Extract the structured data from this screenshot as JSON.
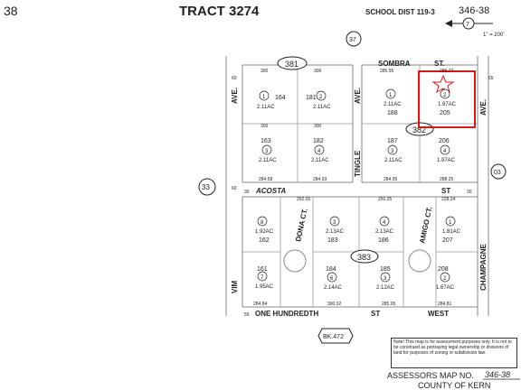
{
  "header": {
    "page_left": "38",
    "tract": "TRACT 3274",
    "school_dist": "SCHOOL DIST 119-3",
    "map_number": "346-38",
    "scale_note": "1\" = 200'",
    "scale_circle": "7"
  },
  "circles": {
    "top": "37",
    "left": "33",
    "right": "03",
    "bk": "BK.472"
  },
  "streets": {
    "sombra": "SOMBRA",
    "sombra_st": "ST.",
    "acosta": "ACOSTA",
    "acosta_st": "ST",
    "hundredth": "ONE HUNDREDTH",
    "hundredth_st": "ST",
    "hundredth_west": "WEST",
    "ave_left": "AVE.",
    "ave_tingle": "AVE.",
    "ave_right": "AVE.",
    "tingle": "TINGLE",
    "vim": "VIM",
    "champagne": "CHAMPAGNE",
    "dona_ct": "DONA CT.",
    "amigo_ct": "AMIGO CT."
  },
  "blocks": {
    "b381": "381",
    "b382": "382",
    "b383": "383"
  },
  "parcels": {
    "p1": {
      "num": "1",
      "area": "2.11AC",
      "id": "164"
    },
    "p2": {
      "num": "2",
      "area": "2.11AC",
      "id": "181"
    },
    "p3": {
      "num": "1",
      "area": "2.11AC",
      "id": "188"
    },
    "p4": {
      "num": "2",
      "area": "1.97AC",
      "id": "205"
    },
    "p5": {
      "num": "3",
      "area": "2.11AC",
      "id": "163"
    },
    "p6": {
      "num": "4",
      "area": "2.11AC",
      "id": "182"
    },
    "p7": {
      "num": "3",
      "area": "2.11AC",
      "id": "187"
    },
    "p8": {
      "num": "4",
      "area": "1.97AC",
      "id": "206"
    },
    "p9": {
      "num": "8",
      "area": "1.92AC",
      "id": "162"
    },
    "p10": {
      "num": "3",
      "area": "2.13AC",
      "id": "183"
    },
    "p11": {
      "num": "4",
      "area": "2.13AC",
      "id": "186"
    },
    "p12": {
      "num": "1",
      "area": "1.81AC",
      "id": "207"
    },
    "p13": {
      "num": "7",
      "area": "1.95AC",
      "id": "161"
    },
    "p14": {
      "num": "6",
      "area": "2.14AC",
      "id": "184"
    },
    "p15": {
      "num": "3",
      "area": "2.12AC",
      "id": "185"
    },
    "p16": {
      "num": "2",
      "area": "1.67AC",
      "id": "208"
    }
  },
  "dims": {
    "d300a": "300",
    "d300b": "300",
    "d300c": "300",
    "d300d": "300",
    "d28458": "284.58",
    "d28555": "285.55",
    "d28577": "285.77",
    "d28493": "284.93",
    "d28505": "285.05",
    "d28495": "284.95",
    "d28825": "288.25",
    "d29205": "292.05",
    "d29125": "291.25",
    "d22824": "228.24",
    "d30002": "300.02",
    "d28484": "284.84",
    "d28481": "284.81",
    "d60a": "60",
    "d60b": "60",
    "d55a": "55",
    "d30a": "30",
    "d30b": "30",
    "d55b": "55"
  },
  "note": "Note! This map is for assessment purposes only. It is not to be construed as portraying legal ownership or divisions of land for purposes of zoning or subdivision law.",
  "footer": {
    "assessors": "ASSESSORS MAP NO.",
    "map_no": "346-38",
    "county": "COUNTY OF KERN"
  },
  "colors": {
    "highlight": "#d11a1a",
    "ink": "#222222",
    "lines": "#999999"
  }
}
